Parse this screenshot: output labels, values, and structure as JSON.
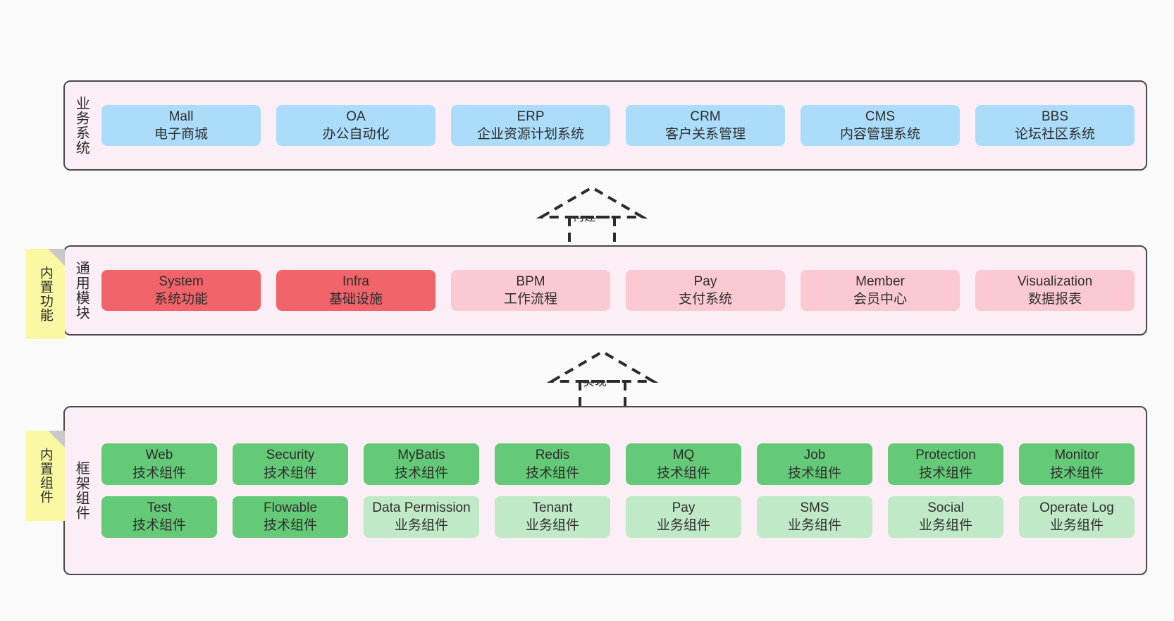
{
  "diagram": {
    "title": "",
    "background": "#fafafa",
    "panel_bg": "#fbeef6",
    "panel_border": "#4a4a4a"
  },
  "colors": {
    "business": "#abddfb",
    "module_core": "#f0646a",
    "module_optional": "#fbc9d2",
    "framework_tech": "#65ca78",
    "framework_business": "#c0e9c7",
    "sticky": "#fbf8a4",
    "sticky_fold": "#c9c9c9"
  },
  "layers": [
    {
      "id": "business-system",
      "title": "业务系统",
      "rows": [
        [
          {
            "en": "Mall",
            "cn": "电子商城",
            "style": "c-blue"
          },
          {
            "en": "OA",
            "cn": "办公自动化",
            "style": "c-blue"
          },
          {
            "en": "ERP",
            "cn": "企业资源计划系统",
            "style": "c-blue"
          },
          {
            "en": "CRM",
            "cn": "客户关系管理",
            "style": "c-blue"
          },
          {
            "en": "CMS",
            "cn": "内容管理系统",
            "style": "c-blue"
          },
          {
            "en": "BBS",
            "cn": "论坛社区系统",
            "style": "c-blue"
          }
        ]
      ]
    },
    {
      "id": "common-module",
      "title": "通用模块",
      "sticky": "内置功能",
      "rows": [
        [
          {
            "en": "System",
            "cn": "系统功能",
            "style": "c-red"
          },
          {
            "en": "Infra",
            "cn": "基础设施",
            "style": "c-red"
          },
          {
            "en": "BPM",
            "cn": "工作流程",
            "style": "c-pink"
          },
          {
            "en": "Pay",
            "cn": "支付系统",
            "style": "c-pink"
          },
          {
            "en": "Member",
            "cn": "会员中心",
            "style": "c-pink"
          },
          {
            "en": "Visualization",
            "cn": "数据报表",
            "style": "c-pink"
          }
        ]
      ]
    },
    {
      "id": "framework-component",
      "title": "框架组件",
      "sticky": "内置组件",
      "rows": [
        [
          {
            "en": "Web",
            "cn": "技术组件",
            "style": "c-green"
          },
          {
            "en": "Security",
            "cn": "技术组件",
            "style": "c-green"
          },
          {
            "en": "MyBatis",
            "cn": "技术组件",
            "style": "c-green"
          },
          {
            "en": "Redis",
            "cn": "技术组件",
            "style": "c-green"
          },
          {
            "en": "MQ",
            "cn": "技术组件",
            "style": "c-green"
          },
          {
            "en": "Job",
            "cn": "技术组件",
            "style": "c-green"
          },
          {
            "en": "Protection",
            "cn": "技术组件",
            "style": "c-green"
          },
          {
            "en": "Monitor",
            "cn": "技术组件",
            "style": "c-green"
          }
        ],
        [
          {
            "en": "Test",
            "cn": "技术组件",
            "style": "c-green"
          },
          {
            "en": "Flowable",
            "cn": "技术组件",
            "style": "c-green"
          },
          {
            "en": "Data Permission",
            "cn": "业务组件",
            "style": "c-lightgreen",
            "wrap": true
          },
          {
            "en": "Tenant",
            "cn": "业务组件",
            "style": "c-lightgreen"
          },
          {
            "en": "Pay",
            "cn": "业务组件",
            "style": "c-lightgreen"
          },
          {
            "en": "SMS",
            "cn": "业务组件",
            "style": "c-lightgreen"
          },
          {
            "en": "Social",
            "cn": "业务组件",
            "style": "c-lightgreen"
          },
          {
            "en": "Operate Log",
            "cn": "业务组件",
            "style": "c-lightgreen"
          }
        ]
      ]
    }
  ],
  "connectors": [
    {
      "id": "build",
      "label": "构建",
      "from": "common-module",
      "to": "business-system"
    },
    {
      "id": "implement",
      "label": "实现",
      "from": "framework-component",
      "to": "common-module"
    }
  ]
}
